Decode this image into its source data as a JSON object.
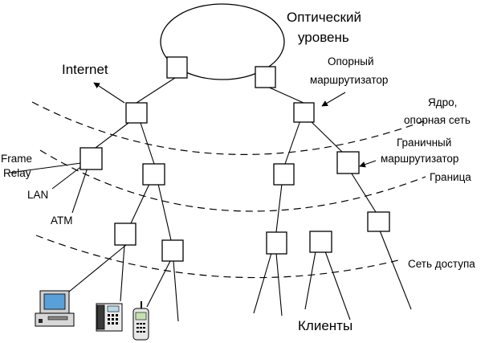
{
  "labels": {
    "optical_line1": "Оптический",
    "optical_line2": "уровень",
    "internet": "Internet",
    "backbone_router_line1": "Опорный",
    "backbone_router_line2": "маршрутизатор",
    "core_line1": "Ядро,",
    "core_line2": "опорная сеть",
    "edge_router_line1": "Граничный",
    "edge_router_line2": "маршрутизатор",
    "border": "Граница",
    "frame_relay_line1": "Frame",
    "frame_relay_line2": "Relay",
    "lan": "LAN",
    "atm": "ATM",
    "access_network": "Сеть доступа",
    "clients": "Клиенты"
  },
  "devices": [
    "computer-icon",
    "desk-phone-icon",
    "mobile-phone-icon"
  ]
}
